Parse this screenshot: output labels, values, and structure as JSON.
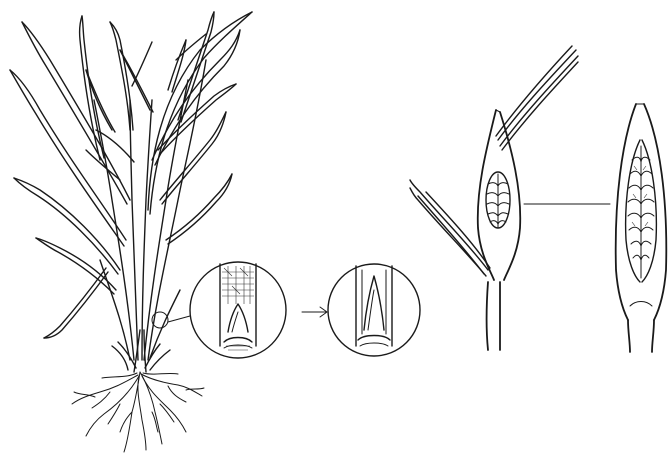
{
  "figure": {
    "panels": [
      {
        "name": "whole-plant",
        "label": ""
      },
      {
        "name": "magnified-base-stage-1",
        "label": ""
      },
      {
        "name": "magnified-base-stage-2",
        "label": ""
      },
      {
        "name": "boot-stage-stem",
        "label": ""
      },
      {
        "name": "developing-head-detail",
        "label": ""
      }
    ],
    "connectors": {
      "plant_to_zoom": "line",
      "zoom_stage_transition": "arrow",
      "stem_to_head_detail": "line"
    },
    "colors": {
      "ink": "#1a1a1a",
      "background": "#ffffff"
    }
  }
}
